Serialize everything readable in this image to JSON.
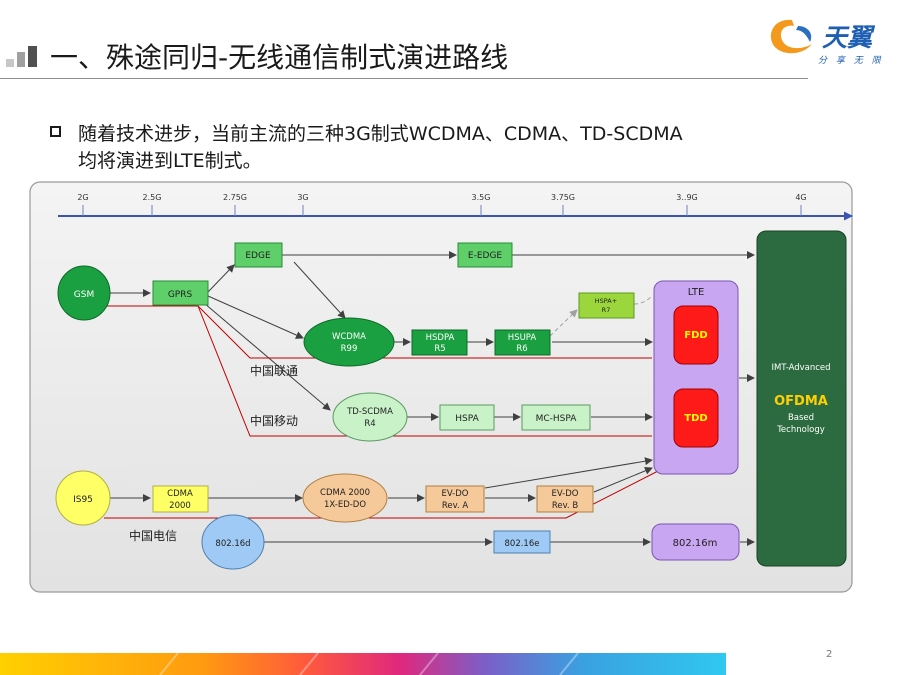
{
  "header": {
    "title": "一、殊途同归-无线通信制式演进路线",
    "logo_text": "天翼",
    "logo_slogan": "分 享 无 限"
  },
  "body": {
    "line1": "随着技术进步，当前主流的三种3G制式WCDMA、CDMA、TD-SCDMA",
    "line2": "均将演进到LTE制式。"
  },
  "timeline": {
    "ticks": [
      "2G",
      "2.5G",
      "2.75G",
      "3G",
      "3.5G",
      "3.75G",
      "3..9G",
      "4G"
    ]
  },
  "nodes": {
    "gsm": "GSM",
    "gprs": "GPRS",
    "edge": "EDGE",
    "e_edge": "E-EDGE",
    "wcdma": [
      "WCDMA",
      "R99"
    ],
    "hsdpa": [
      "HSDPA",
      "R5"
    ],
    "hsupa": [
      "HSUPA",
      "R6"
    ],
    "hspa_plus": [
      "HSPA+",
      "R7"
    ],
    "td_scdma": [
      "TD-SCDMA",
      "R4"
    ],
    "hspa": "HSPA",
    "mc_hspa": "MC-HSPA",
    "is95": "IS95",
    "cdma2000": [
      "CDMA",
      "2000"
    ],
    "cdma2000_1x": [
      "CDMA 2000",
      "1X-ED-DO"
    ],
    "evdo_a": [
      "EV-DO",
      "Rev. A"
    ],
    "evdo_b": [
      "EV-DO",
      "Rev. B"
    ],
    "wimax_d": "802.16d",
    "wimax_e": "802.16e",
    "wimax_m": "802.16m",
    "lte": "LTE",
    "fdd": "FDD",
    "tdd": "TDD",
    "imt_advanced": "IMT-Advanced",
    "ofdma": "OFDMA",
    "based_technology": [
      "Based",
      "Technology"
    ]
  },
  "operators": {
    "unicom": "中国联通",
    "mobile": "中国移动",
    "telecom": "中国电信"
  },
  "colors": {
    "green_box": "#5fcf6a",
    "green_dark": "#1aa040",
    "yellow": "#ffff66",
    "peach": "#f5c99a",
    "lilac": "#c9a6f2",
    "blue": "#9ecaf5",
    "red": "#ff1a1a",
    "dark_green": "#2c6b3f",
    "operator_line": "#c00000"
  },
  "footer": {
    "page_number": "2"
  }
}
